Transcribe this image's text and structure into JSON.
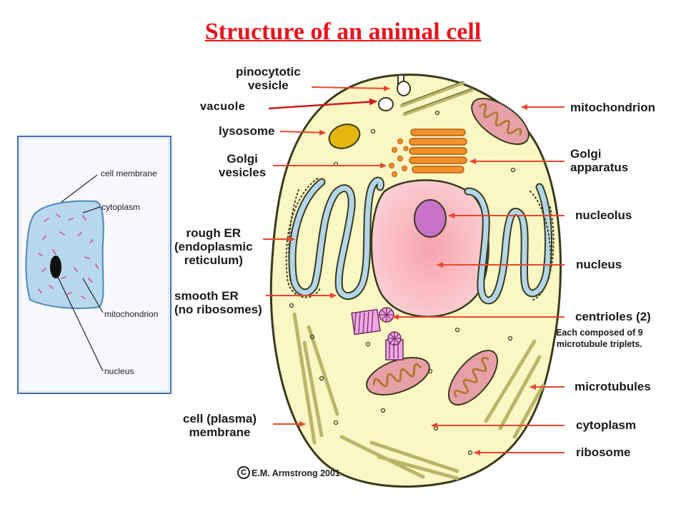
{
  "title": "Structure of an animal cell",
  "annotation": "vacuole",
  "credit": "E.M. Armstrong 2001",
  "copyright_symbol": "C",
  "labels_left": {
    "pinocytotic": "pinocytotic\nvesicle",
    "lysosome": "lysosome",
    "golgi_vesicles": "Golgi\nvesicles",
    "rough_er": "rough ER\n(endoplasmic\nreticulum)",
    "smooth_er": "smooth ER\n(no ribosomes)",
    "membrane": "cell (plasma)\nmembrane"
  },
  "labels_right": {
    "mitochondrion": "mitochondrion",
    "golgi_apparatus": "Golgi\napparatus",
    "nucleolus": "nucleolus",
    "nucleus": "nucleus",
    "centrioles": "centrioles (2)",
    "centrioles_note": "Each composed of 9\nmicrotubule triplets.",
    "microtubules": "microtubules",
    "cytoplasm": "cytoplasm",
    "ribosome": "ribosome"
  },
  "inset_labels": {
    "cell_membrane": "cell membrane",
    "cytoplasm": "cytoplasm",
    "mitochondrion": "mitochondrion",
    "nucleus": "nucleus"
  },
  "colors": {
    "title": "#e8141c",
    "arrow": "#e8462e",
    "cell_fill": "#fbf7c4",
    "cell_outline": "#3a3a1e",
    "er": "#b4d6ea",
    "nucleus": "#f7b2b8",
    "nucleolus": "#c873c8",
    "mitochondria": "#e8a0a8",
    "lysosome": "#e3b70f",
    "golgi": "#f3922a",
    "inset_frame": "#3f6fb3",
    "inset_cell": "#b7d8ee"
  }
}
